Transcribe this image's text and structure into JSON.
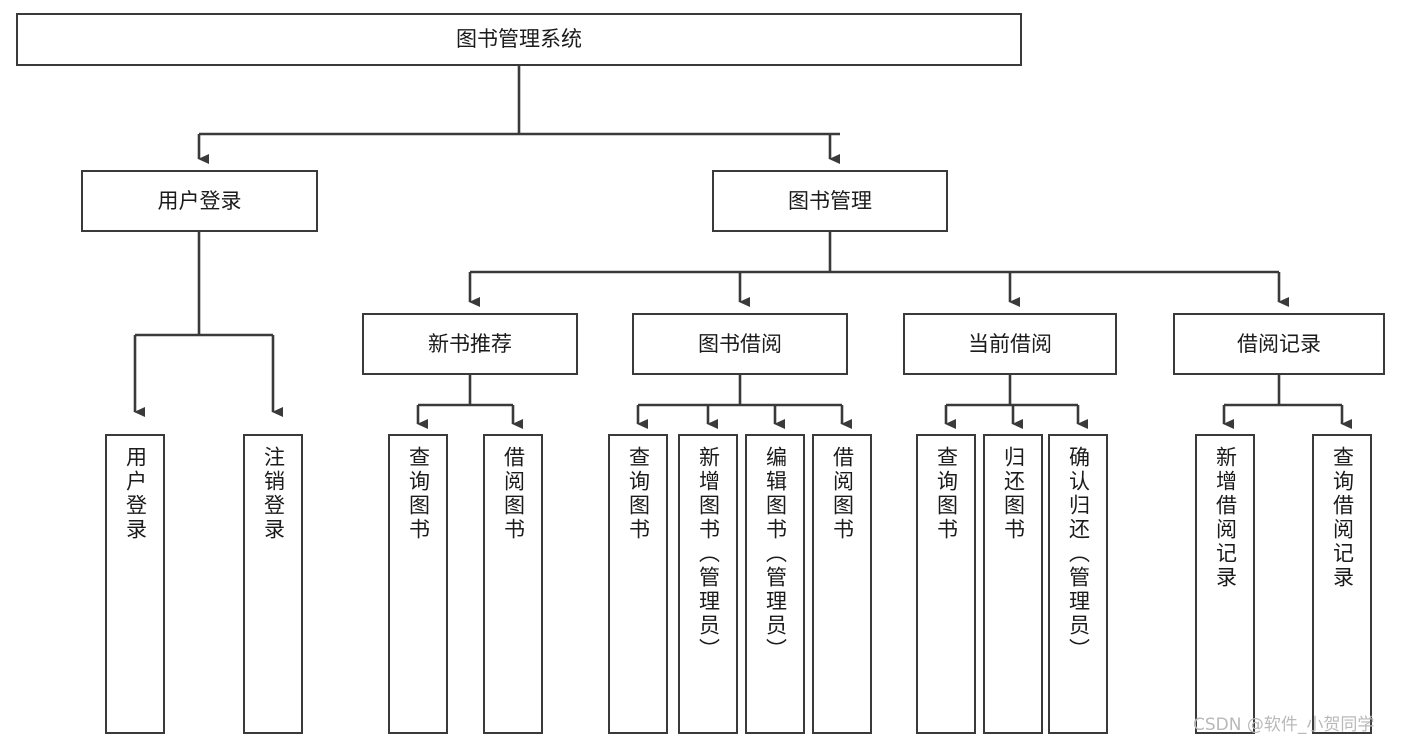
{
  "diagram": {
    "type": "tree-hierarchy",
    "title": "图书管理系统",
    "root": {
      "id": "root",
      "label": "图书管理系统",
      "orientation": "horizontal"
    },
    "level2": [
      {
        "id": "user-login",
        "label": "用户登录",
        "orientation": "horizontal"
      },
      {
        "id": "book-manage",
        "label": "图书管理",
        "orientation": "horizontal"
      }
    ],
    "level3": [
      {
        "id": "new-book-recommend",
        "label": "新书推荐",
        "orientation": "horizontal",
        "parent": "book-manage"
      },
      {
        "id": "book-borrow",
        "label": "图书借阅",
        "orientation": "horizontal",
        "parent": "book-manage"
      },
      {
        "id": "current-borrow",
        "label": "当前借阅",
        "orientation": "horizontal",
        "parent": "book-manage"
      },
      {
        "id": "borrow-record",
        "label": "借阅记录",
        "orientation": "horizontal",
        "parent": "book-manage"
      }
    ],
    "leaves": [
      {
        "id": "leaf-user-login",
        "label": "用户登录",
        "parent": "user-login"
      },
      {
        "id": "leaf-logout",
        "label": "注销登录",
        "parent": "user-login"
      },
      {
        "id": "leaf-query-book-1",
        "label": "查询图书",
        "parent": "new-book-recommend"
      },
      {
        "id": "leaf-borrow-book-1",
        "label": "借阅图书",
        "parent": "new-book-recommend"
      },
      {
        "id": "leaf-query-book-2",
        "label": "查询图书",
        "parent": "book-borrow"
      },
      {
        "id": "leaf-add-book",
        "label": "新增图书（管理员）",
        "parent": "book-borrow"
      },
      {
        "id": "leaf-edit-book",
        "label": "编辑图书（管理员）",
        "parent": "book-borrow"
      },
      {
        "id": "leaf-borrow-book-2",
        "label": "借阅图书",
        "parent": "book-borrow"
      },
      {
        "id": "leaf-query-book-3",
        "label": "查询图书",
        "parent": "current-borrow"
      },
      {
        "id": "leaf-return-book",
        "label": "归还图书",
        "parent": "current-borrow"
      },
      {
        "id": "leaf-confirm-return",
        "label": "确认归还（管理员）",
        "parent": "current-borrow"
      },
      {
        "id": "leaf-add-record",
        "label": "新增借阅记录",
        "parent": "borrow-record"
      },
      {
        "id": "leaf-query-record",
        "label": "查询借阅记录",
        "parent": "borrow-record"
      }
    ],
    "watermark": "CSDN @软件_小贺同学",
    "colors": {
      "box_border": "#3a3a3a",
      "box_fill": "#ffffff",
      "text": "#1b1b1b",
      "connector": "#3a3a3a",
      "watermark": "#b9b9b9",
      "background": "#ffffff"
    }
  }
}
